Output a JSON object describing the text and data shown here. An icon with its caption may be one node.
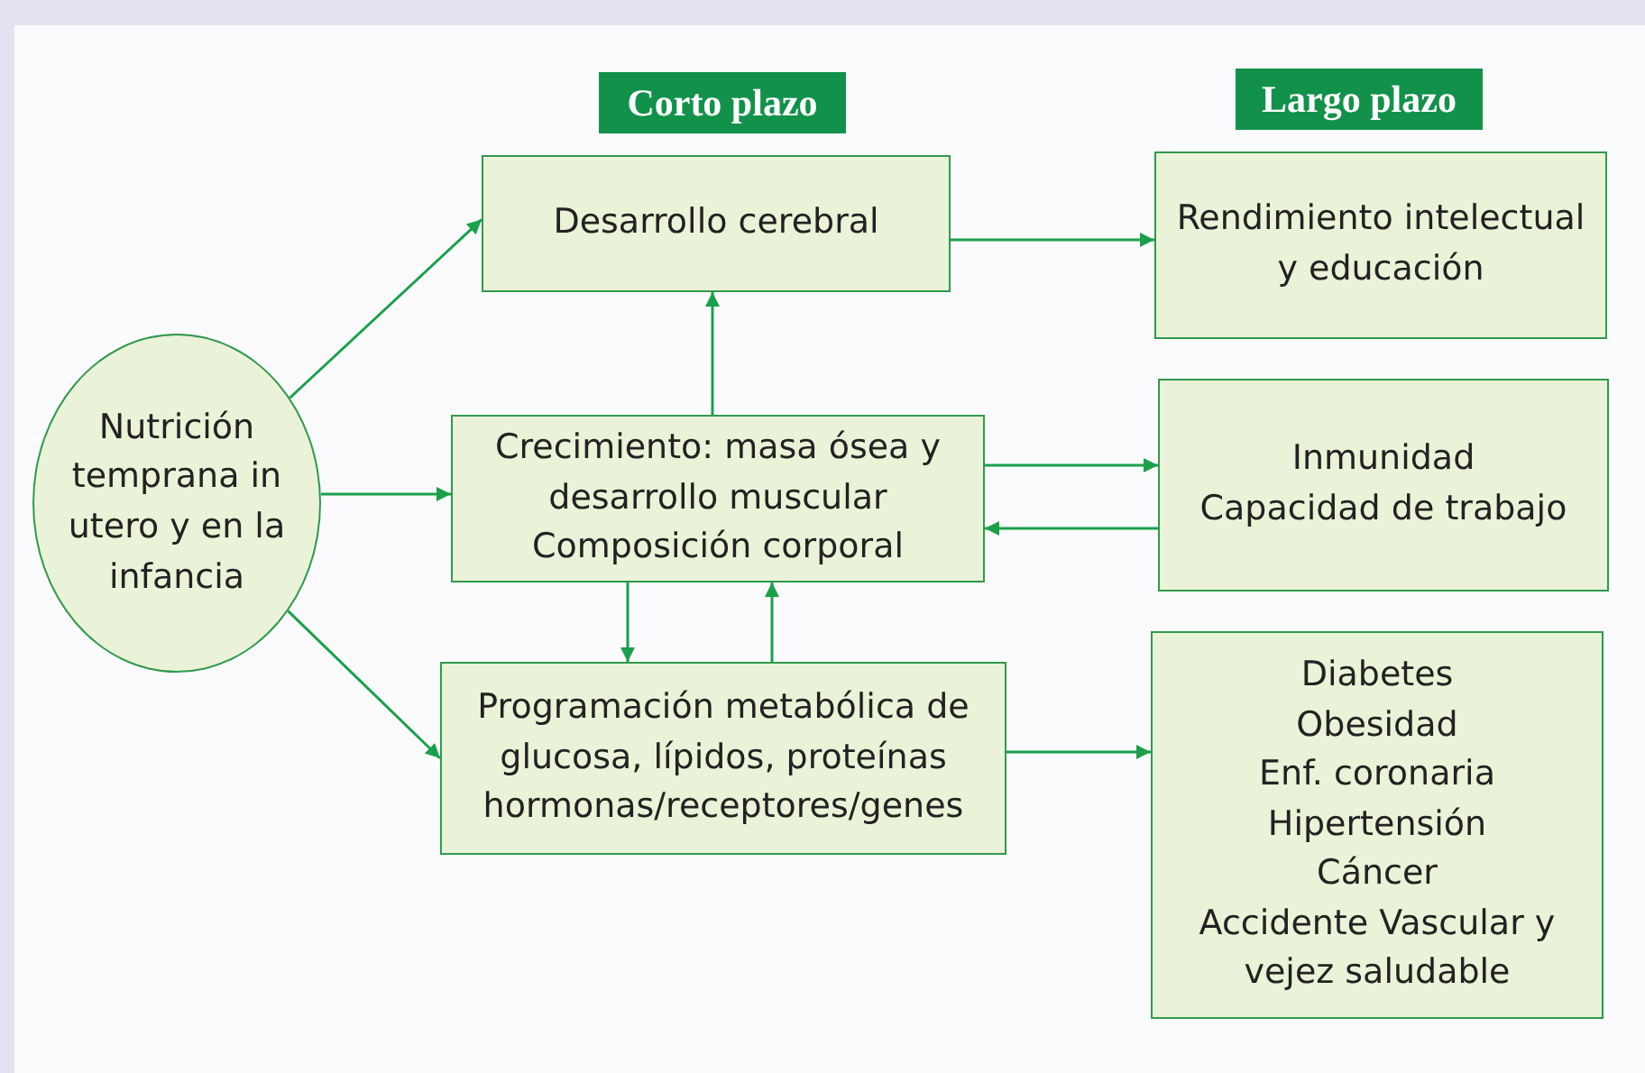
{
  "diagram": {
    "nodes": [
      {
        "text": [
          "Corto plazo"
        ]
      },
      {
        "text": [
          "Largo plazo"
        ]
      },
      {
        "text": [
          "Nutrición temprana in utero y en la infancia"
        ]
      },
      {
        "text": [
          "Desarrollo cerebral"
        ]
      },
      {
        "text": [
          "Rendimiento intelectual y educación"
        ]
      },
      {
        "text": [
          "Crecimiento: masa ósea y desarrollo muscular",
          "Composición corporal"
        ]
      },
      {
        "text": [
          "Inmunidad",
          "Capacidad de trabajo"
        ]
      },
      {
        "text": [
          "Programación metabólica de glucosa, lípidos, proteínas hormonas/receptores/genes"
        ]
      },
      {
        "text": [
          "Diabetes",
          "Obesidad",
          "Enf. coronaria",
          "Hipertensión",
          "Cáncer",
          "Accidente Vascular y vejez saludable"
        ]
      }
    ],
    "edges": [
      {
        "from": 2,
        "to": 3,
        "arrow": "to"
      },
      {
        "from": 2,
        "to": 5,
        "arrow": "to"
      },
      {
        "from": 2,
        "to": 7,
        "arrow": "to"
      },
      {
        "from": 3,
        "to": 4,
        "arrow": "to"
      },
      {
        "from": 5,
        "to": 3,
        "arrow": "to"
      },
      {
        "from": 5,
        "to": 6,
        "arrow": "to"
      },
      {
        "from": 6,
        "to": 5,
        "arrow": "to"
      },
      {
        "from": 5,
        "to": 7,
        "arrow": "to"
      },
      {
        "from": 7,
        "to": 5,
        "arrow": "to"
      },
      {
        "from": 7,
        "to": 8,
        "arrow": "to"
      }
    ]
  }
}
